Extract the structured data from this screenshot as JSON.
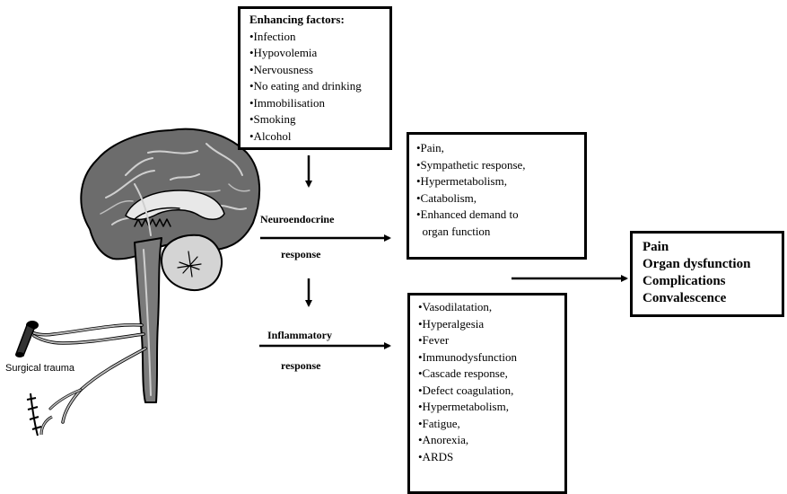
{
  "enhancing_factors": {
    "title": "Enhancing factors:",
    "items": [
      "•Infection",
      "•Hypovolemia",
      "•Nervousness",
      "•No eating and drinking",
      "•Immobilisation",
      "•Smoking",
      "•Alcohol"
    ]
  },
  "neuroendocrine": {
    "label": "Neuroendocrine",
    "response_label": "response",
    "effects": [
      "•Pain,",
      "•Sympathetic response,",
      "•Hypermetabolism,",
      "•Catabolism,",
      "•Enhanced demand to",
      "  organ function"
    ]
  },
  "inflammatory": {
    "label": "Inflammatory",
    "response_label": "response",
    "effects": [
      "•Vasodilatation,",
      "•Hyperalgesia",
      "•Fever",
      "•Immunodysfunction",
      "•Cascade response,",
      "•Defect coagulation,",
      "•Hypermetabolism,",
      "•Fatigue,",
      "•Anorexia,",
      "•ARDS"
    ]
  },
  "outcomes": {
    "items": [
      "Pain",
      "Organ dysfunction",
      "Complications",
      "Convalescence"
    ]
  },
  "illustration": {
    "trauma_label": "Surgical trauma"
  }
}
